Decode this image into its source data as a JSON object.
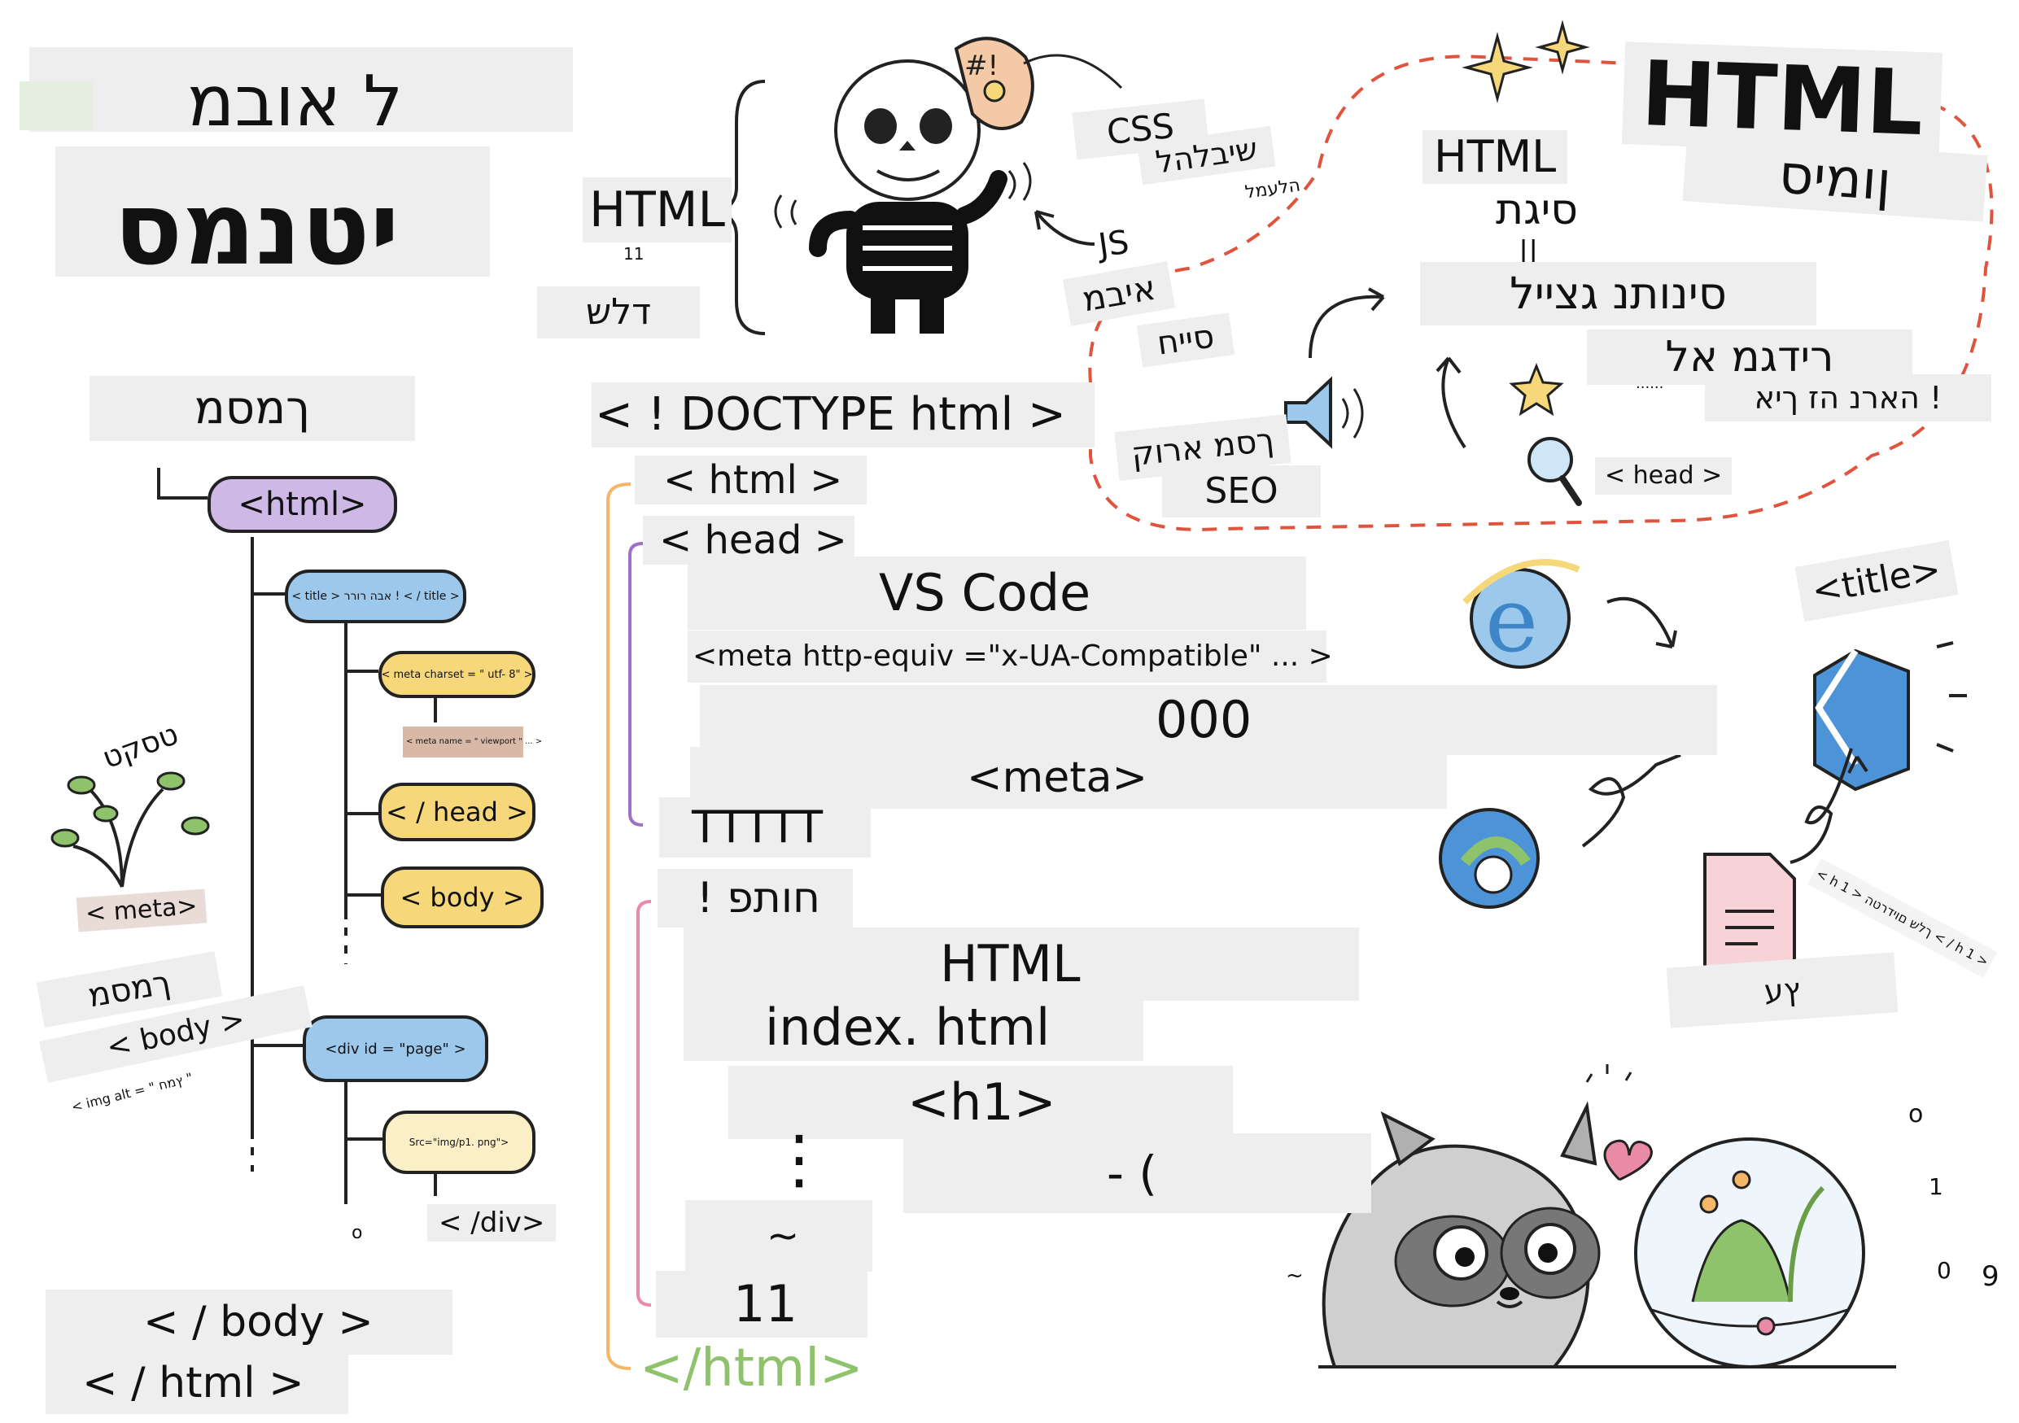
{
  "title": {
    "line1": "ל אובמ",
    "line2": "יטנמס"
  },
  "skeleton": {
    "html_label": "HTML",
    "sub_number": "11",
    "lang_label": "דלש"
  },
  "skeleton_links": {
    "css": "CSS",
    "css_note": "שיבלהל",
    "css_note2": "הלעמל",
    "js": "JS",
    "js_note": "איבמ",
    "js_note2": "סייח"
  },
  "doctype": "< ! DOCTYPE html >",
  "code": {
    "html_open": "< html >",
    "head_open": "< head >",
    "vs_code": "VS Code",
    "meta_http": "<meta http-equiv =\"x-UA-Compatible\" ... >",
    "zeros": "000",
    "meta": "<meta>",
    "ttttt": "TTTTT",
    "body_label": "חותפ !",
    "html_word": "HTML",
    "index_html": "index. html",
    "h1": "<h1>",
    "dash_paren": "- (",
    "dots": "⋮",
    "tilde": "~",
    "eleven": "11",
    "html_close": "</html>"
  },
  "tree": {
    "heading": "ךמסמ",
    "root": "<html>",
    "title": "< title > אבה רורר ! < / title >",
    "meta_charset": "< meta charset = \" utf- 8\" >",
    "meta_name": "< meta name = \" viewport \" ... >",
    "head_close": "< / head >",
    "body": "< body >",
    "div": "<div id = \"page\" >",
    "img": "Src=\"img/p1. png\">",
    "div_close": "< /div>",
    "o_mark": "o"
  },
  "side": {
    "text_label": "טסקט",
    "meta": "< meta>",
    "doc": "ךמסמ",
    "body": "< body >",
    "img_alt": "< img alt = \" ץמח \""
  },
  "bottom": {
    "body_close": "< / body >",
    "html_close": "< / html >"
  },
  "seo": {
    "big_title": "HTML",
    "title_sub": "ןומיס",
    "html_tag": "HTML",
    "tag_word": "סיגת",
    "double_bar": "||",
    "line1": "סינותנ גצייל",
    "line2": "רידגמ אל",
    "line3": "! הארנ הז ךיא",
    "dots": "......",
    "doc_short": "ךסמ ארוק",
    "seo": "SEO",
    "head_tag": "< head >"
  },
  "browsers": {
    "title_tag": "<title>",
    "file_caption": "ץע",
    "rotated_note": "< h 1 > ךלש םוידרטה < / h 1 >"
  },
  "misc": {
    "o_mark": "o",
    "tilde": "~",
    "zero": "0",
    "nine": "9",
    "one": "1"
  },
  "colors": {
    "purple": "#cdb8e6",
    "blue": "#9cc8ec",
    "yellow": "#f6d77a",
    "orange": "#f4b767",
    "pink": "#e98aa7",
    "violet": "#a070c8",
    "red_dashed": "#e0533d",
    "green": "#8ec26b"
  }
}
